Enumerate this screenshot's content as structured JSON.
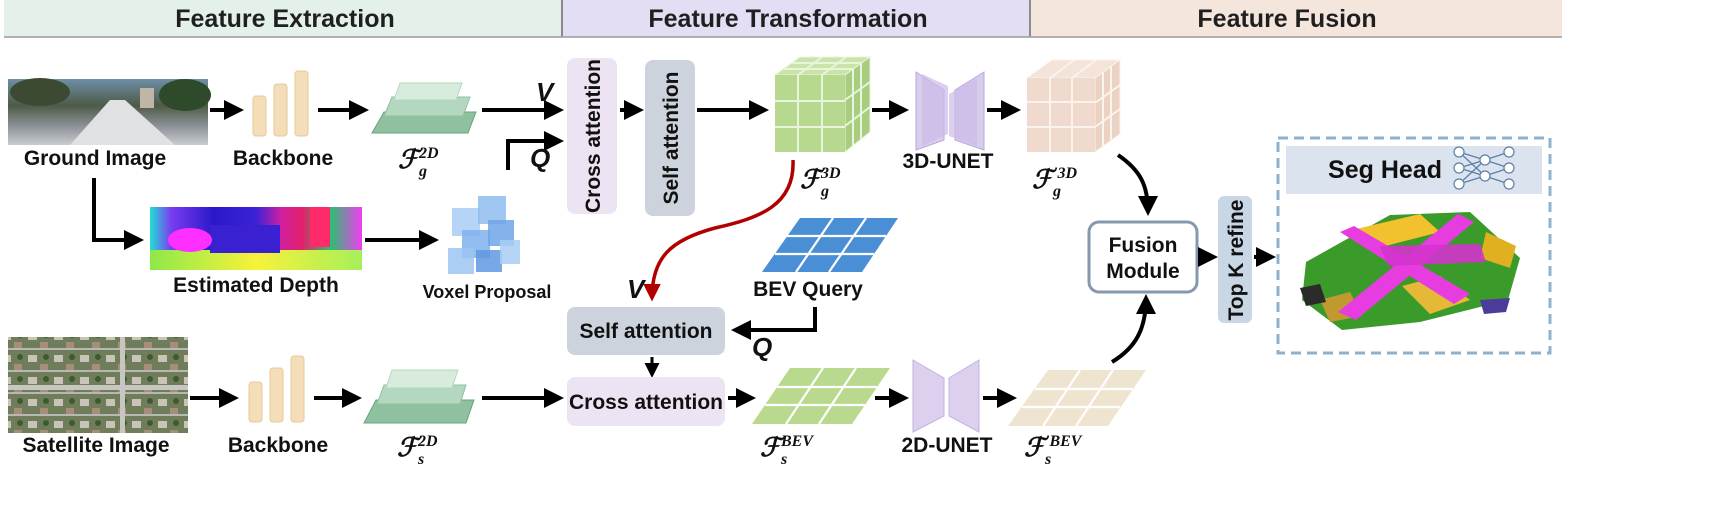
{
  "stages": {
    "extraction": "Feature Extraction",
    "transformation": "Feature Transformation",
    "fusion": "Feature Fusion"
  },
  "labels": {
    "ground_image": "Ground Image",
    "satellite_image": "Satellite Image",
    "backbone_top": "Backbone",
    "backbone_bottom": "Backbone",
    "estimated_depth": "Estimated Depth",
    "voxel_proposal": "Voxel Proposal",
    "bev_query": "BEV Query",
    "unet3d": "3D-UNET",
    "unet2d": "2D-UNET",
    "seg_head": "Seg Head"
  },
  "blocks": {
    "cross_attention_vertical": "Cross attention",
    "self_attention_vertical": "Self attention",
    "self_attention_bev": "Self attention",
    "cross_attention_bev": "Cross attention",
    "fusion_module_line1": "Fusion",
    "fusion_module_line2": "Module",
    "topk_refine": "Top K refine"
  },
  "qv_marks": {
    "v_top": "V",
    "q_top": "Q",
    "v_mid": "V",
    "q_mid": "Q"
  },
  "math": {
    "fg2d": {
      "base": "ℱ",
      "sub": "g",
      "sup": "2D"
    },
    "fs2d": {
      "base": "ℱ",
      "sub": "s",
      "sup": "2D"
    },
    "fg3d": {
      "base": "ℱ",
      "sub": "g",
      "sup": "3D"
    },
    "fg3d_prime": {
      "base": "ℱ",
      "sub": "g",
      "sup": "'3D"
    },
    "fsbev": {
      "base": "ℱ",
      "sub": "s",
      "sup": "BEV"
    },
    "fsbev_prime": {
      "base": "ℱ",
      "sub": "s",
      "sup": "'BEV"
    }
  },
  "colors": {
    "stage_green": "#e3f1ea",
    "stage_purple": "#e3def3",
    "stage_peach": "#f4e6dc",
    "attn_purple": "#ece4f2",
    "attn_gray": "#ccd3dc",
    "arrow_black": "#000000",
    "arrow_red": "#b10000",
    "dashed_blue": "#8fb0cf",
    "seg_header": "#dbe4ee"
  }
}
